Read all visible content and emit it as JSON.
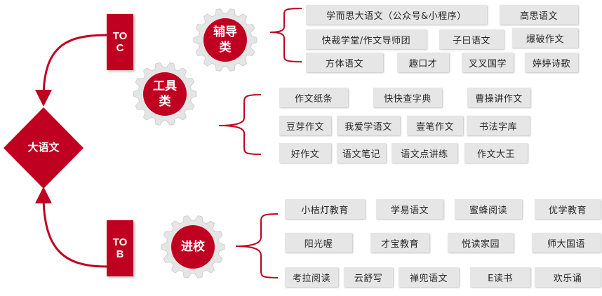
{
  "colors": {
    "accent": "#c00020",
    "label_bg": "#e6e6e6",
    "gear": "#e5e5e5"
  },
  "center": "大语文",
  "toc": {
    "line1": "TO",
    "line2": "C"
  },
  "tob": {
    "line1": "TO",
    "line2": "B"
  },
  "categories": {
    "tutoring": {
      "line1": "辅导",
      "line2": "类"
    },
    "tools": {
      "line1": "工具",
      "line2": "类"
    },
    "school": {
      "line1": "进校",
      "line2": ""
    }
  },
  "tutoring_items": [
    "学而思大语文（公众号&小程序）",
    "高思语文",
    "快裁学堂/作文导师团",
    "子曰语文",
    "爆破作文",
    "方体语文",
    "趣口才",
    "叉叉国学",
    "婷婷诗歌"
  ],
  "tools_items": [
    "作文纸条",
    "快快查字典",
    "曹操讲作文",
    "豆芽作文",
    "我爱学语文",
    "壹笔作文",
    "书法字库",
    "好作文",
    "语文笔记",
    "语文点讲练",
    "作文大王"
  ],
  "school_items": [
    "小桔灯教育",
    "学易语文",
    "蜜蜂阅读",
    "优学教育",
    "阳光喔",
    "才宝教育",
    "悦读家园",
    "师大国语",
    "考拉阅读",
    "云舒写",
    "禅兜语文",
    "E读书",
    "欢乐诵"
  ]
}
